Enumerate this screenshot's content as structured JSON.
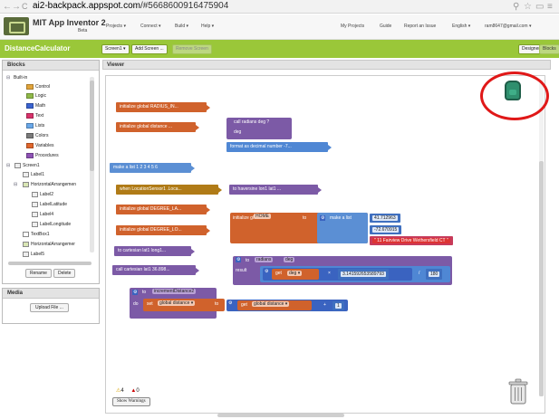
{
  "browser": {
    "url_domain": "ai2-backpack.appspot.com",
    "url_rest": "/#5668600916475904"
  },
  "header": {
    "title": "MIT App Inventor 2",
    "beta": "Beta",
    "menus": [
      "Projects ▾",
      "Connect ▾",
      "Build ▾",
      "Help ▾"
    ],
    "right": [
      "My Projects",
      "Guide",
      "Report an Issue",
      "English ▾",
      "ram8647@gmail.com ▾"
    ]
  },
  "projbar": {
    "project_name": "DistanceCalculator",
    "screen": "Screen1 ▾",
    "add_screen": "Add Screen ...",
    "remove_screen": "Remove Screen",
    "designer": "Designer",
    "blocks": "Blocks"
  },
  "blocks_panel": {
    "title": "Blocks",
    "builtin": "Built-in",
    "builtin_items": [
      {
        "label": "Control",
        "color": "#e1a33a"
      },
      {
        "label": "Logic",
        "color": "#8fb948"
      },
      {
        "label": "Math",
        "color": "#3a63d0"
      },
      {
        "label": "Text",
        "color": "#d8326b"
      },
      {
        "label": "Lists",
        "color": "#69a7e8"
      },
      {
        "label": "Colors",
        "color": "#7a7a7a"
      },
      {
        "label": "Variables",
        "color": "#e0662c"
      },
      {
        "label": "Procedures",
        "color": "#8e52b4"
      }
    ],
    "components": [
      "Screen1",
      "Label1",
      "HorizontalArrangemen",
      "Label2",
      "LabelLatitude",
      "Label4",
      "LabelLongitude",
      "TextBox1",
      "HorizontalArrangemer",
      "Label5"
    ],
    "rename": "Rename",
    "delete": "Delete"
  },
  "media": {
    "title": "Media",
    "upload": "Upload File ..."
  },
  "viewer": {
    "title": "Viewer"
  },
  "workspace": {
    "b1": "initialize global RADIUS_IN...",
    "b2": "initialize global distance ...",
    "b3a": "call  radians deg ?",
    "b3b": "deg",
    "b4": "format as decimal number ‑7...",
    "b5": "make a list  1 2 3 4 5 6",
    "b6": "when  LocationSensor1 .Loca...",
    "b7": "to haversine  lon1  lat1 ...",
    "b8": "initialize global DEGREE_LA...",
    "b9": "initialize global DEGREE_LO...",
    "b10_init": "initialize global",
    "b10_name": "HOME",
    "b10_to": "to",
    "b10_list": "make a list",
    "b10_v1": "41.712963",
    "b10_v2": "-72.670915",
    "b10_v3": "\" 11 Fairview Drive Wethersfield CT \"",
    "b11": "to cartesian  lat1  long1...",
    "b12": "call  cartesian  lat1  36.898...",
    "b13_to": "to",
    "b13_name": "radians",
    "b13_param": "deg",
    "b13_result": "result",
    "b13_get": "get",
    "b13_getv": "deg ▾",
    "b13_times": "×",
    "b13_pi": "3.141592653589793",
    "b13_div": "/",
    "b13_180": "180",
    "b14_to": "to",
    "b14_name": "incrementDistance2",
    "b14_do": "do",
    "b14_set": "set",
    "b14_setv": "global distance ▾",
    "b14_to2": "to",
    "b14_get": "get",
    "b14_getv": "global distance ▾",
    "b14_plus": "+",
    "b14_one": "1"
  },
  "warnings": {
    "warn_count": "4",
    "err_count": "0",
    "show": "Show Warnings"
  }
}
